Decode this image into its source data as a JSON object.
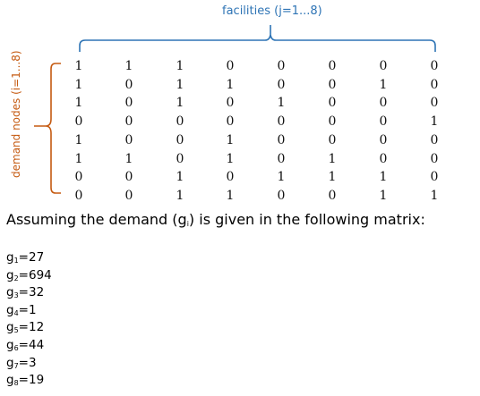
{
  "colors": {
    "facilities_brace": "#2e74b5",
    "demand_brace": "#c55a11"
  },
  "facilities_label": "facilities (j=1...8)",
  "demand_label": "demand nodes (i=1...8)",
  "matrix": [
    [
      "1",
      "1",
      "1",
      "0",
      "0",
      "0",
      "0",
      "0"
    ],
    [
      "1",
      "0",
      "1",
      "1",
      "0",
      "0",
      "1",
      "0"
    ],
    [
      "1",
      "0",
      "1",
      "0",
      "1",
      "0",
      "0",
      "0"
    ],
    [
      "0",
      "0",
      "0",
      "0",
      "0",
      "0",
      "0",
      "1"
    ],
    [
      "1",
      "0",
      "0",
      "1",
      "0",
      "0",
      "0",
      "0"
    ],
    [
      "1",
      "1",
      "0",
      "1",
      "0",
      "1",
      "0",
      "0"
    ],
    [
      "0",
      "0",
      "1",
      "0",
      "1",
      "1",
      "1",
      "0"
    ],
    [
      "0",
      "0",
      "1",
      "1",
      "0",
      "0",
      "1",
      "1"
    ]
  ],
  "heading": {
    "before": "Assuming the demand (g",
    "sub": "i",
    "after": ") is given in the following matrix:"
  },
  "demands": [
    {
      "sub": "1",
      "value": "=27"
    },
    {
      "sub": "2",
      "value": "=694"
    },
    {
      "sub": "3",
      "value": "=32"
    },
    {
      "sub": "4",
      "value": "=1"
    },
    {
      "sub": "5",
      "value": "=12"
    },
    {
      "sub": "6",
      "value": "=44"
    },
    {
      "sub": "7",
      "value": "=3"
    },
    {
      "sub": "8",
      "value": "=19"
    }
  ],
  "demand_letter": "g"
}
